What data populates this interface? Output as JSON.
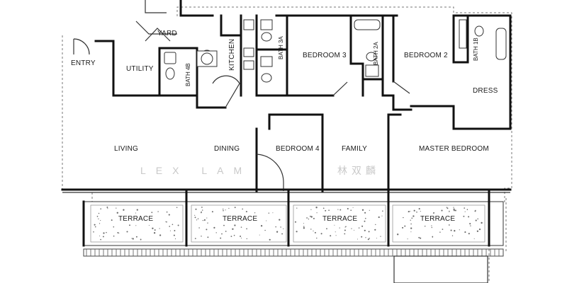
{
  "rooms": {
    "yard": "YARD",
    "entry": "ENTRY",
    "utility": "UTILITY",
    "bath_4b": "BATH 4B",
    "kitchen": "KITCHEN",
    "bath_3a": "BATH 3A",
    "bedroom_3": "BEDROOM 3",
    "bath_2a": "BATH 2A",
    "bedroom_2": "BEDROOM 2",
    "bath_1b": "BATH 1B",
    "dress": "DRESS",
    "living": "LIVING",
    "dining": "DINING",
    "bedroom_4": "BEDROOM 4",
    "family": "FAMILY",
    "master_bedroom": "MASTER BEDROOM",
    "terraces": [
      "TERRACE",
      "TERRACE",
      "TERRACE",
      "TERRACE"
    ]
  },
  "watermark": {
    "latin": "LEX LAM",
    "cjk": "林双麟"
  }
}
